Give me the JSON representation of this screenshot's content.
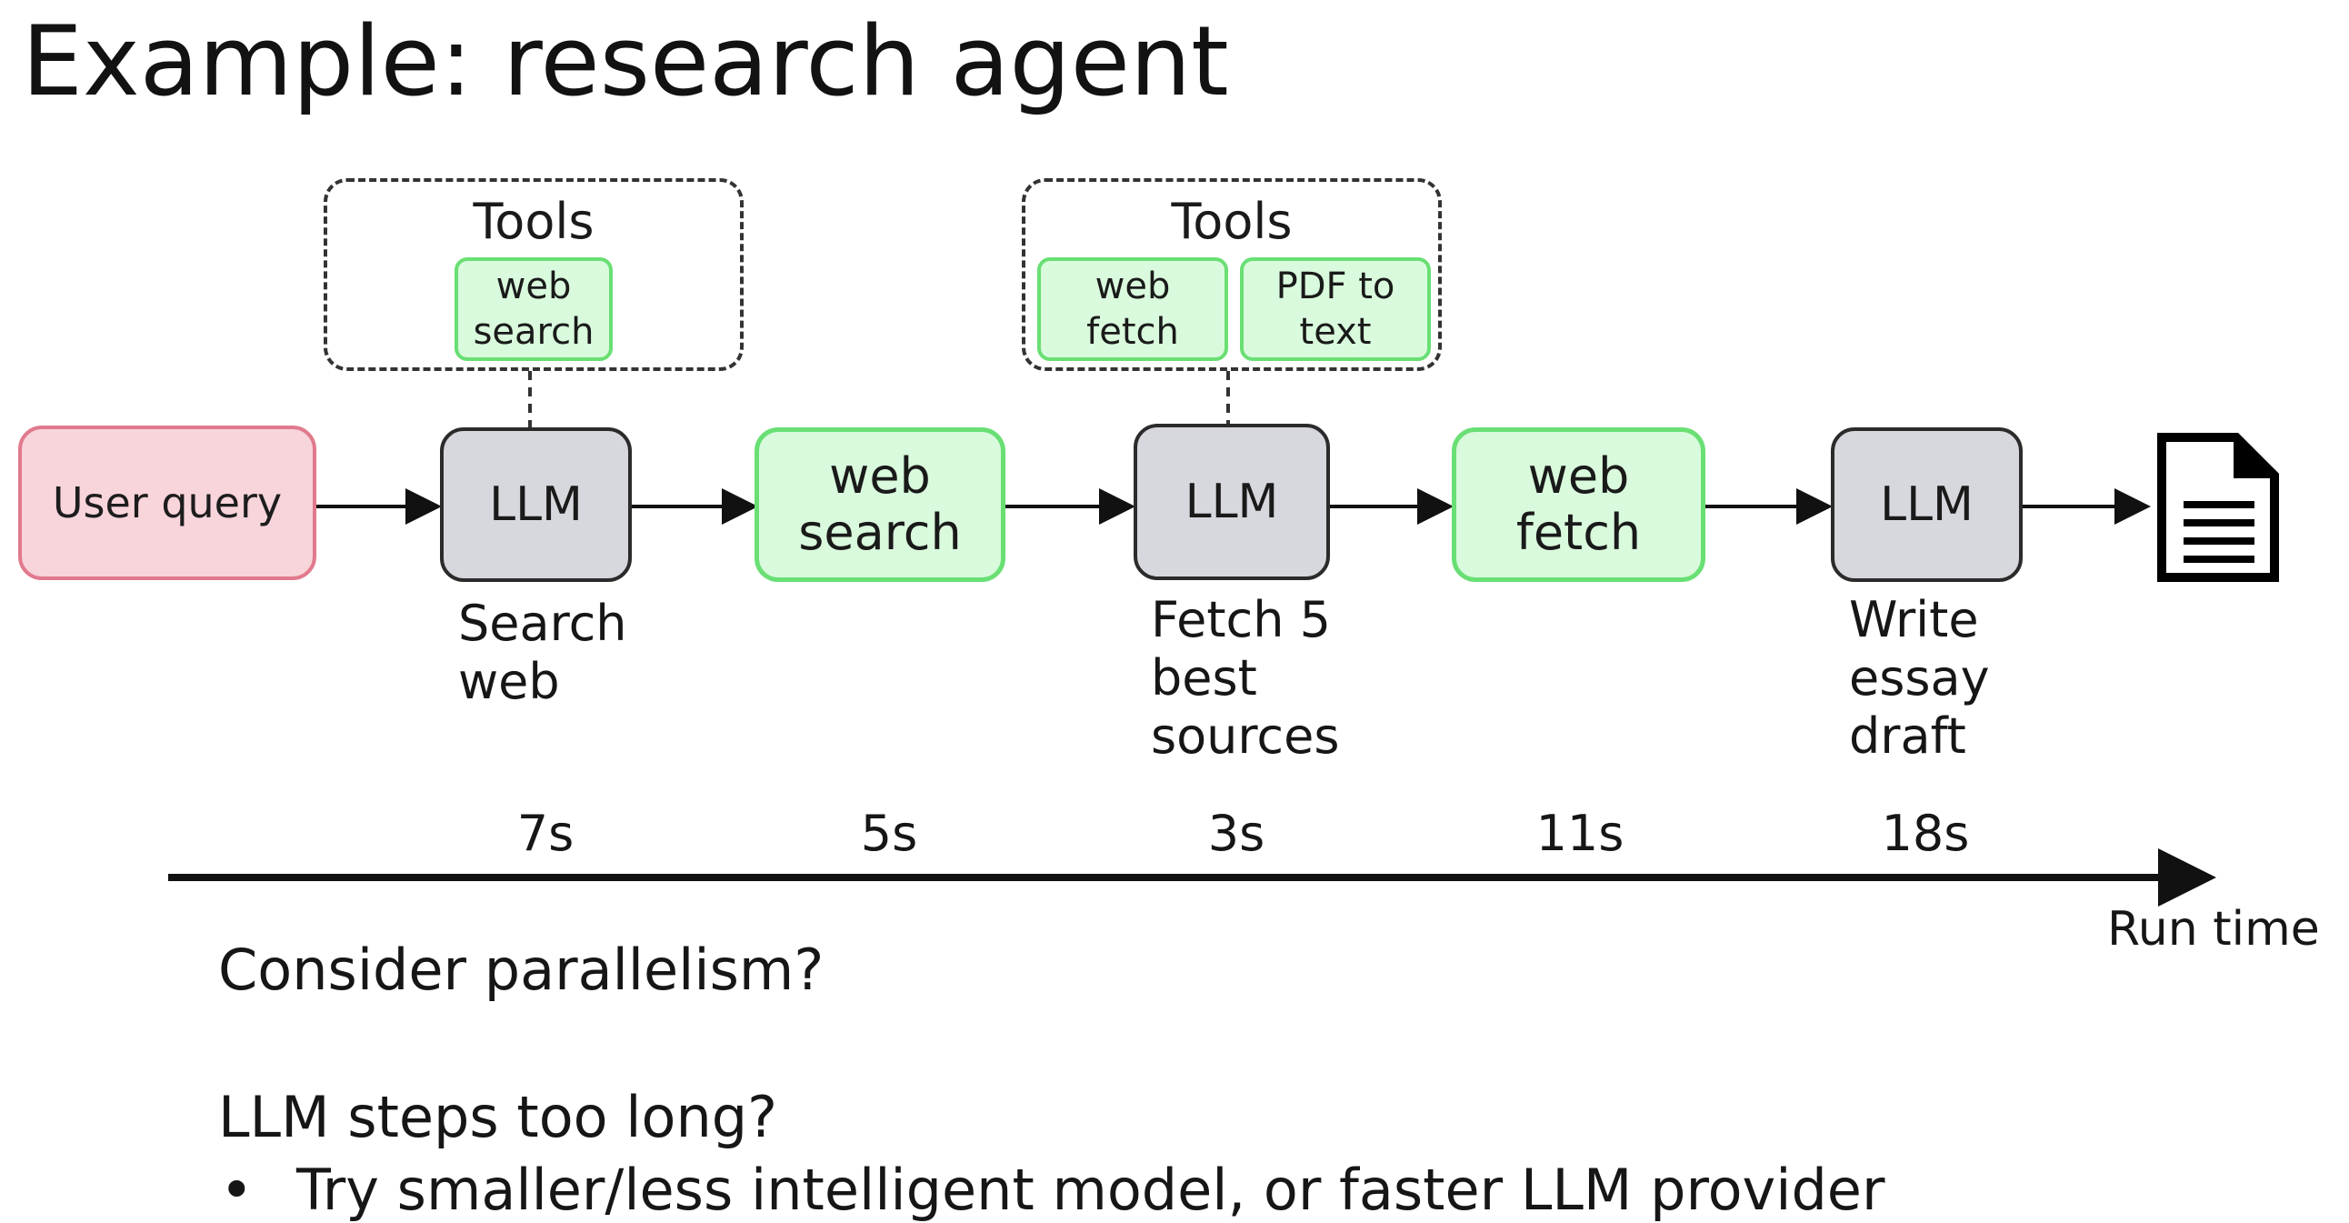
{
  "title": "Example: research agent",
  "nodes": {
    "user_query": "User query",
    "llm1": "LLM",
    "web_search": [
      "web",
      "search"
    ],
    "llm2": "LLM",
    "web_fetch": [
      "web",
      "fetch"
    ],
    "llm3": "LLM"
  },
  "tools": {
    "group1": {
      "heading": "Tools",
      "items": [
        [
          "web",
          "search"
        ]
      ]
    },
    "group2": {
      "heading": "Tools",
      "items": [
        [
          "web",
          "fetch"
        ],
        [
          "PDF to",
          "text"
        ]
      ]
    }
  },
  "captions": {
    "llm1": [
      "Search",
      "web"
    ],
    "llm2": [
      "Fetch 5",
      "best",
      "sources"
    ],
    "llm3": [
      "Write",
      "essay",
      "draft"
    ]
  },
  "timeline": {
    "durations": [
      "7s",
      "5s",
      "3s",
      "11s",
      "18s"
    ],
    "label": "Run time"
  },
  "notes": {
    "question1": "Consider parallelism?",
    "question2": "LLM steps too long?",
    "bullet_marker": "•",
    "bullet": "Try smaller/less intelligent model, or faster LLM provider"
  },
  "icons": {
    "output": "document-icon"
  },
  "colors": {
    "user_query_fill": "#f8d4db",
    "user_query_border": "#e07a8c",
    "llm_fill": "#d7d8dd",
    "tool_fill": "#d9fadc",
    "tool_border": "#69df74"
  }
}
